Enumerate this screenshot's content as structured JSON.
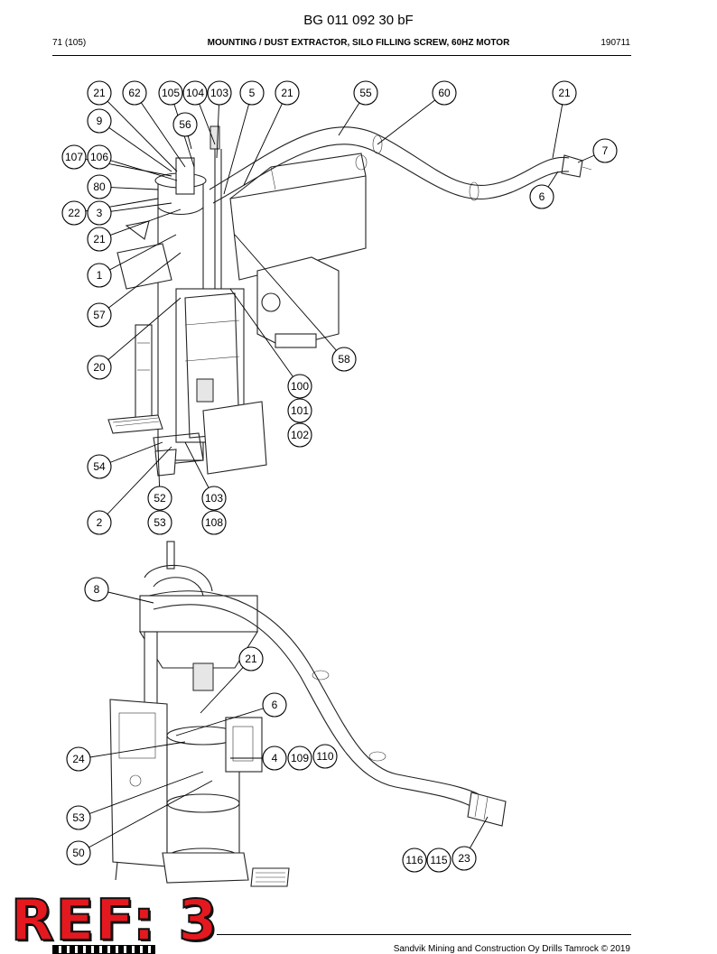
{
  "header": {
    "doc_code": "BG 011 092 30 bF",
    "page": "71 (105)",
    "title": "MOUNTING / DUST EXTRACTOR, SILO FILLING SCREW, 60HZ MOTOR",
    "date": "190711"
  },
  "footer": {
    "copyright": "Sandvik Mining and Construction Oy Drills Tamrock © 2019"
  },
  "stamp": "REF: 3",
  "balloons": {
    "top_view": [
      "21",
      "62",
      "105",
      "104",
      "103",
      "5",
      "21",
      "55",
      "60",
      "21",
      "9",
      "56",
      "7",
      "107",
      "106",
      "6",
      "80",
      "22",
      "3",
      "21",
      "1",
      "57",
      "58",
      "20",
      "100",
      "101",
      "102",
      "54",
      "52",
      "103",
      "2",
      "53",
      "108"
    ],
    "bottom_view": [
      "8",
      "21",
      "6",
      "24",
      "4",
      "109",
      "110",
      "53",
      "50",
      "116",
      "115",
      "23"
    ]
  }
}
